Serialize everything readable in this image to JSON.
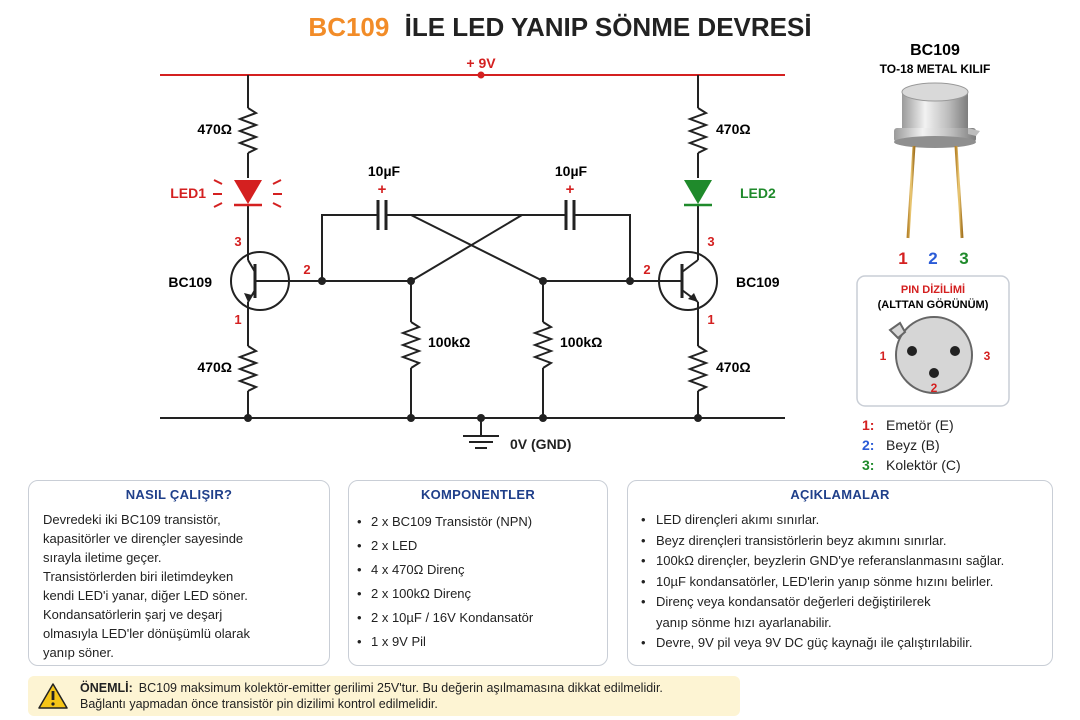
{
  "title": {
    "part1": "BC109",
    "part2": "İLE LED YANIP SÖNME DEVRESİ"
  },
  "colors": {
    "orange": "#f28c28",
    "red": "#d42020",
    "green": "#1f8a2b",
    "navy": "#1f3f8a",
    "blue": "#2a5bd7"
  },
  "circuit": {
    "vcc_label": "+ 9V",
    "gnd_label": "0V (GND)",
    "r_left_top": "470Ω",
    "r_right_top": "470Ω",
    "r_left_bottom": "470Ω",
    "r_right_bottom": "470Ω",
    "r_mid_left": "100kΩ",
    "r_mid_right": "100kΩ",
    "c_left": "10µF",
    "c_right": "10µF",
    "c_plus": "+",
    "led1": "LED1",
    "led2": "LED2",
    "q1": "BC109",
    "q2": "BC109",
    "pin_c": "3",
    "pin_b": "2",
    "pin_e": "1"
  },
  "package": {
    "title": "BC109",
    "subtitle": "TO-18 METAL KILIF",
    "leg_numbers": [
      "1",
      "2",
      "3"
    ],
    "pinout_title": "PIN DİZİLİMİ",
    "pinout_subtitle": "(ALTTAN GÖRÜNÜM)",
    "legend": [
      {
        "num": "1:",
        "name": "Emetör (E)",
        "color": "#d42020"
      },
      {
        "num": "2:",
        "name": "Beyz (B)",
        "color": "#2a5bd7"
      },
      {
        "num": "3:",
        "name": "Kolektör (C)",
        "color": "#1f8a2b"
      }
    ]
  },
  "how": {
    "title": "NASIL ÇALIŞIR?",
    "text": "Devredeki iki BC109 transistör,\nkapasitörler ve dirençler sayesinde\nsırayla iletime geçer.\nTransistörlerden biri iletimdeyken\nkendi LED'i yanar, diğer LED söner.\nKondansatörlerin şarj ve deşarj\nolmasıyla LED'ler dönüşümlü olarak\nyanıp söner."
  },
  "components": {
    "title": "KOMPONENTLER",
    "items": [
      "2 x BC109 Transistör (NPN)",
      "2 x LED",
      "4 x 470Ω Direnç",
      "2 x 100kΩ Direnç",
      "2 x 10µF / 16V Kondansatör",
      "1 x 9V Pil"
    ]
  },
  "explanations": {
    "title": "AÇIKLAMALAR",
    "items": [
      "LED dirençleri akımı sınırlar.",
      "Beyz dirençleri transistörlerin beyz akımını sınırlar.",
      "100kΩ dirençler, beyzlerin GND'ye referanslanmasını sağlar.",
      "10µF kondansatörler, LED'lerin yanıp sönme hızını belirler.",
      "Direnç veya kondansatör değerleri değiştirilerek\nyanıp sönme hızı ayarlanabilir.",
      "Devre, 9V pil veya 9V DC güç kaynağı ile çalıştırılabilir."
    ]
  },
  "note": {
    "label": "ÖNEMLİ:",
    "line1": "BC109 maksimum kolektör-emitter gerilimi 25V'tur. Bu değerin aşılmamasına dikkat edilmelidir.",
    "line2": "Bağlantı yapmadan önce transistör pin dizilimi kontrol edilmelidir."
  }
}
